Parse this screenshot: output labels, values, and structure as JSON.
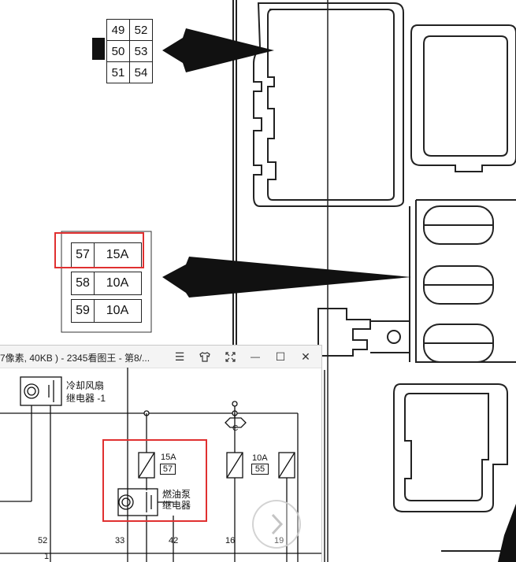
{
  "connector": {
    "pins": [
      [
        "49",
        "52"
      ],
      [
        "50",
        "53"
      ],
      [
        "51",
        "54"
      ]
    ]
  },
  "fuses": [
    {
      "num": "57",
      "amp": "15A",
      "highlighted": true
    },
    {
      "num": "58",
      "amp": "10A",
      "highlighted": false
    },
    {
      "num": "59",
      "amp": "10A",
      "highlighted": false
    }
  ],
  "viewer": {
    "title": "7像素, 40KB ) - 2345看图王 - 第8/...",
    "controls": {
      "menu": "☰",
      "skin": "👕",
      "fullscreen": "⤢",
      "minimize": "—",
      "maximize": "☐",
      "close": "✕"
    }
  },
  "schematic": {
    "cooling_relay": [
      "冷却风扇",
      "继电器 -1"
    ],
    "fuel_pump_fuse": {
      "amp": "15A",
      "num": "57"
    },
    "fuel_pump_relay": [
      "燃油泵",
      "继电器"
    ],
    "right_fuse": {
      "amp": "10A",
      "num": "55"
    },
    "c_label": "C",
    "pin_numbers": [
      "52",
      "33",
      "42",
      "16",
      "19",
      "1"
    ]
  },
  "colors": {
    "highlight": "#e03030",
    "line": "#222222"
  }
}
